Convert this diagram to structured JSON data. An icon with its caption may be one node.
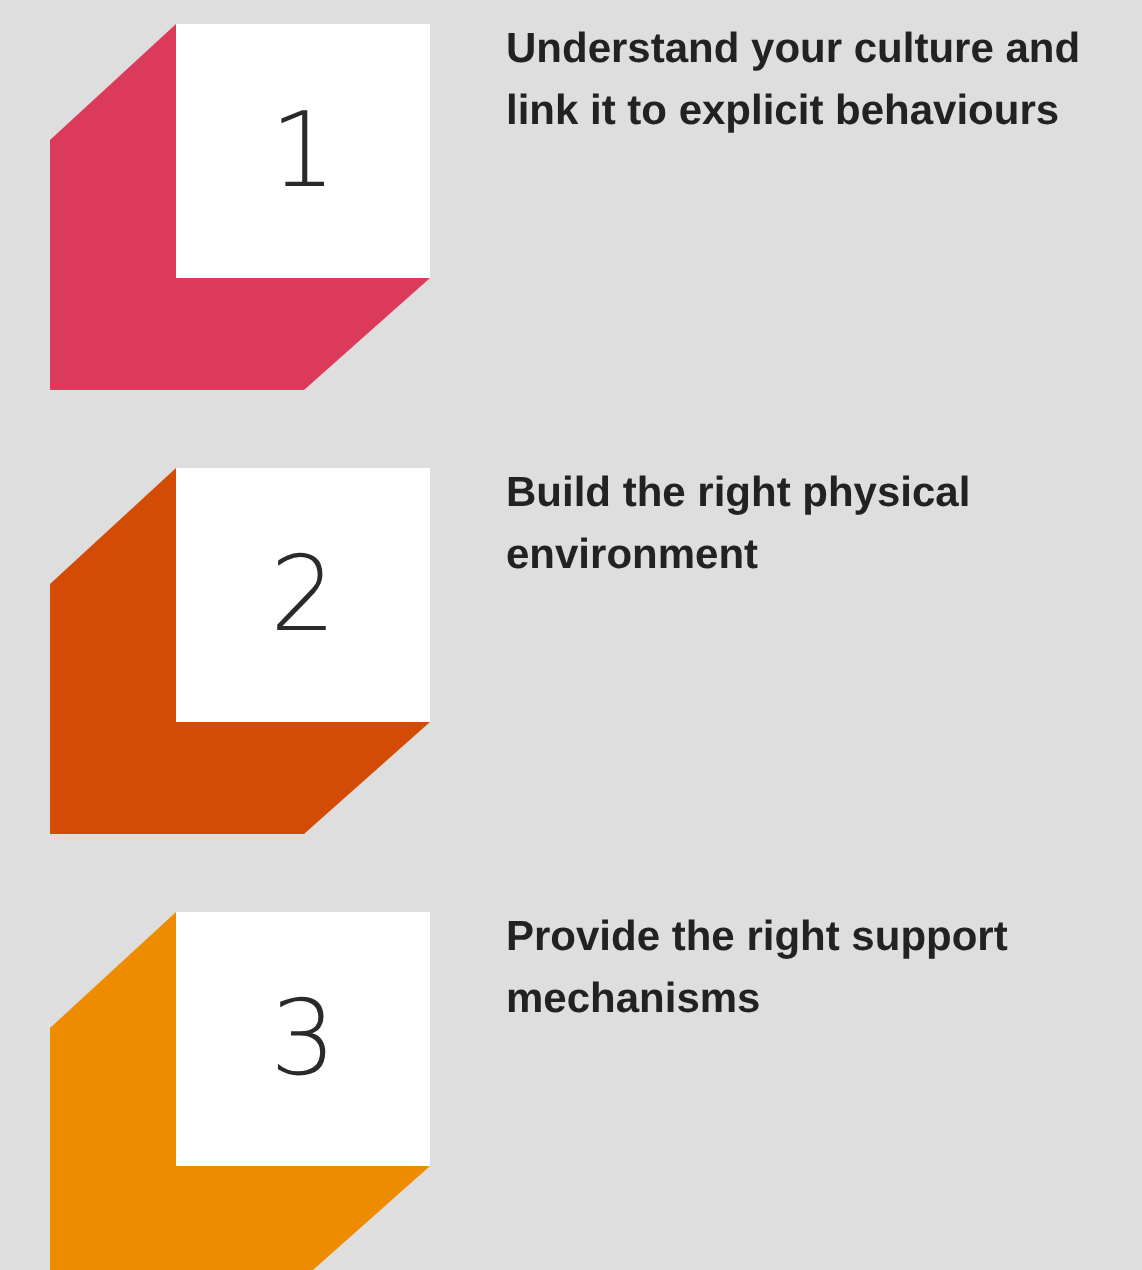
{
  "diagram": {
    "nodes": [
      {
        "text": [
          "1"
        ],
        "beside": [
          "Understand your culture and link it to explicit behaviours"
        ]
      },
      {
        "text": [
          "2"
        ],
        "beside": [
          "Build the right physical environment"
        ]
      },
      {
        "text": [
          "3"
        ],
        "beside": [
          "Provide the right support mechanisms"
        ]
      }
    ]
  }
}
